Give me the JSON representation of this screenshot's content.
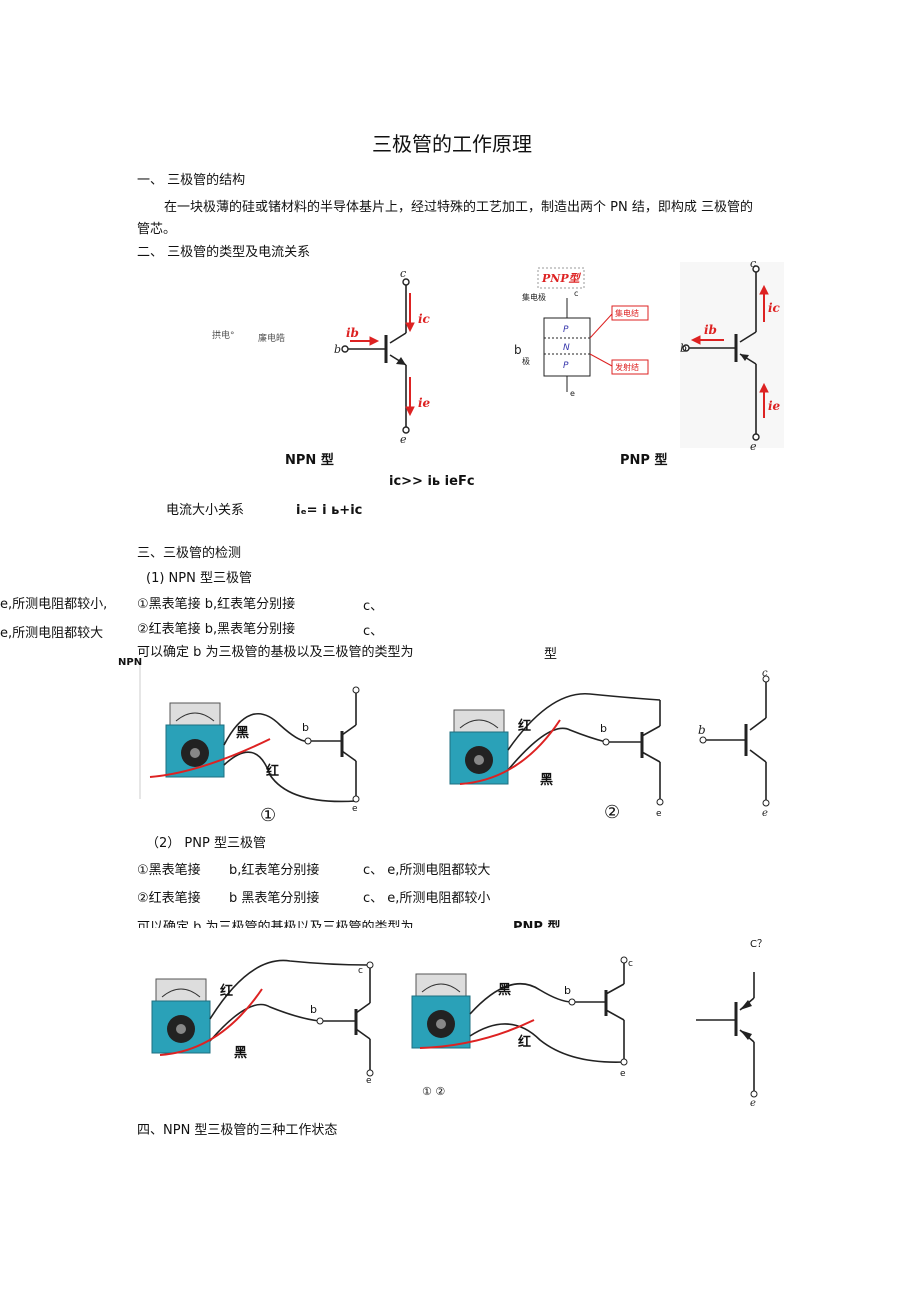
{
  "title": "三极管的工作原理",
  "sec1": {
    "heading": "一、 三极管的结构",
    "para_line1": "在一块极薄的硅或锗材料的半导体基片上，经过特殊的工艺加工，制造出两个 PN 结，即构成 三极管的",
    "para_line2": "管芯。"
  },
  "sec2": {
    "heading": "二、 三极管的类型及电流关系",
    "faint1": "拱电°",
    "faint2": "廉电皓",
    "npn_label": "NPN 型",
    "pnp_label": "PNP 型",
    "relation1": "iс>> iь     ieFc",
    "relation_caption": "电流大小关系",
    "relation2": "iₑ= i ь+iс",
    "npn_pins": {
      "c": "c",
      "b": "b",
      "e": "e",
      "ib": "ib",
      "ic": "ic",
      "ie": "ie"
    },
    "pnp_struct": {
      "tag": "PNP型",
      "collector": "集电极",
      "c": "c",
      "b": "b",
      "base": "极",
      "e": "e",
      "p1": "P",
      "n": "N",
      "p2": "P",
      "jc": "集电结",
      "je": "发射结"
    },
    "pnp_pins": {
      "c": "c",
      "b": "b",
      "e": "e",
      "ib": "ib",
      "ic": "ic",
      "ie": "ie"
    }
  },
  "sec3": {
    "heading": "三、三极管的检测",
    "npn": {
      "heading": "(1) NPN 型三极管",
      "left1": "e,所测电阻都较小,",
      "left2": "e,所测电阻都较大",
      "step1": "①黑表笔接 b,红表笔分别接",
      "step1c": "c、",
      "step2": "②红表笔接 b,黑表笔分别接",
      "step2c": "c、",
      "conclusion": "可以确定 b 为三极管的基极以及三极管的类型为",
      "conclusion_end": "型",
      "npn_fragment": "NPN",
      "fig1": {
        "black": "黑",
        "red": "红",
        "b": "b",
        "e": "e",
        "num": "①"
      },
      "fig2": {
        "red": "红",
        "black": "黑",
        "b": "b",
        "e": "e",
        "num": "②"
      },
      "sym": {
        "c": "c",
        "b": "b",
        "e": "e"
      }
    },
    "pnp": {
      "heading": "（2） PNP  型三极管",
      "step1a": "①黑表笔接",
      "step1b": "b,红表笔分别接",
      "step1c": "c、 e,所测电阻都较大",
      "step2a": "②红表笔接",
      "step2b": "b 黑表笔分别接",
      "step2c": "c、 e,所测电阻都较小",
      "conclusion": "可以确定 b 为三极管的基极以及三极管的类型为",
      "conclusion_end": "PNP 型",
      "c_label": "C？",
      "fig1": {
        "red": "红",
        "black": "黑",
        "b": "b",
        "c": "c",
        "e": "e"
      },
      "fig2": {
        "black": "黑",
        "red": "红",
        "b": "b",
        "c": "c",
        "e": "e"
      },
      "nums": "① ②",
      "sym": {
        "e": "e"
      }
    }
  },
  "sec4": {
    "heading": "四、NPN 型三极管的三种工作状态"
  }
}
